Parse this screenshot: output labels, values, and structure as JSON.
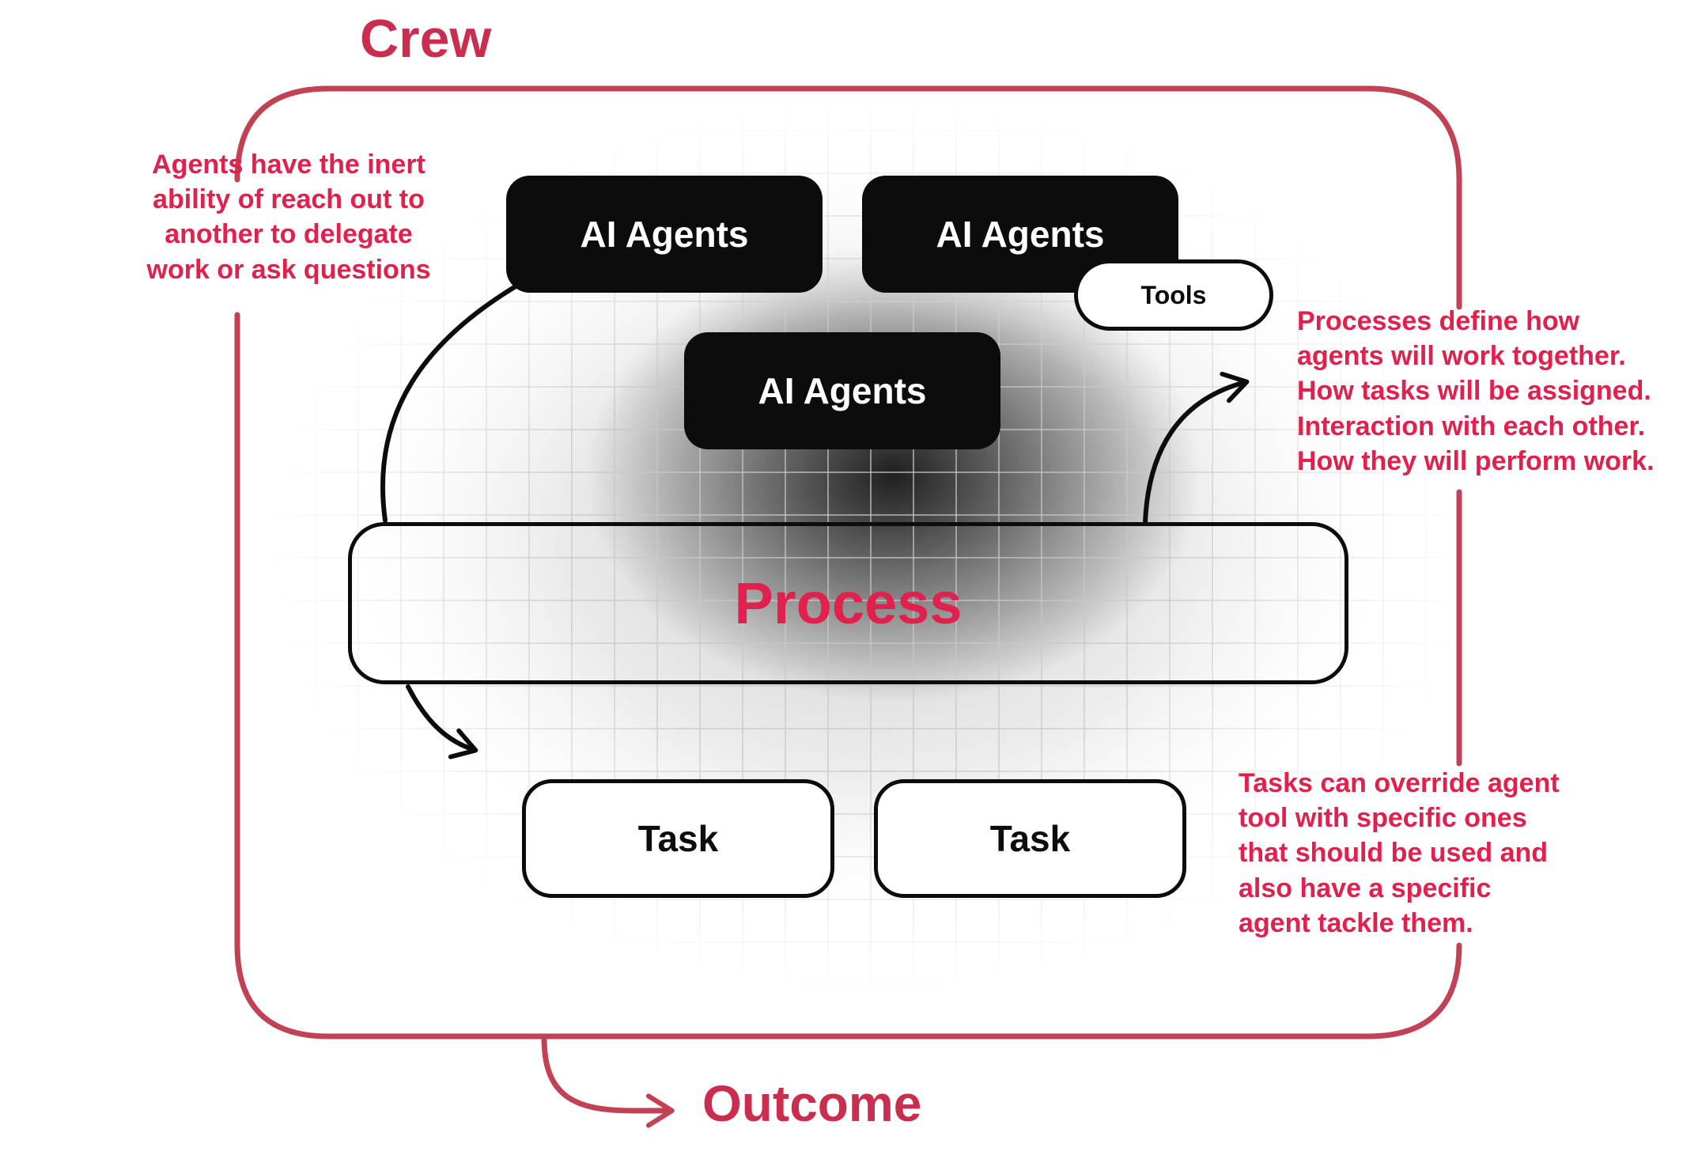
{
  "colors": {
    "accent_red": "#e0204d",
    "border_red": "#c04254",
    "title_red": "#cb2d4f",
    "box_black": "#0c0c0c"
  },
  "labels": {
    "crew": "Crew",
    "outcome": "Outcome",
    "process": "Process",
    "ai_agents_1": "AI Agents",
    "ai_agents_2": "AI Agents",
    "ai_agents_3": "AI Agents",
    "tools": "Tools",
    "task_1": "Task",
    "task_2": "Task"
  },
  "annotations": {
    "left": "Agents have the inert\nability of reach out to\nanother to delegate\nwork or ask questions",
    "right_top": "Processes define how\nagents will work together.\nHow tasks will be assigned.\nInteraction with each other.\nHow they will perform work.",
    "right_bottom": "Tasks can override agent\ntool with specific ones\nthat should be used and\nalso have a specific\nagent tackle them."
  }
}
